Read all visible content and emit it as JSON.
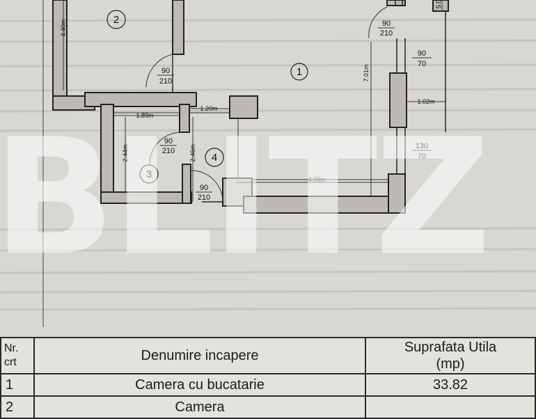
{
  "watermark": {
    "text": "BLITZ"
  },
  "plan": {
    "rooms": [
      {
        "id": "1",
        "label": "1"
      },
      {
        "id": "2",
        "label": "2"
      },
      {
        "id": "3",
        "label": "3"
      },
      {
        "id": "4",
        "label": "4"
      }
    ],
    "doors": [
      {
        "top": "90",
        "bottom": "210"
      },
      {
        "top": "90",
        "bottom": "210"
      },
      {
        "top": "90",
        "bottom": "210"
      },
      {
        "top": "90",
        "bottom": "210"
      }
    ],
    "windows": [
      {
        "top": "90",
        "bottom": "70"
      },
      {
        "top": "130",
        "bottom": "70"
      }
    ],
    "dimensions": {
      "d_440": "4.40m",
      "d_189": "1.89m",
      "d_120": "1.20m",
      "d_244": "2.44m",
      "d_246": "2.46m",
      "d_400": "4.00m",
      "d_701": "7.01m",
      "d_102": "1.02m",
      "d_5": "5.0"
    }
  },
  "table": {
    "headers": {
      "nr_line1": "Nr.",
      "nr_line2": "crt",
      "name": "Denumire incapere",
      "area_line1": "Suprafata Utila",
      "area_line2": "(mp)"
    },
    "rows": [
      {
        "nr": "1",
        "name": "Camera cu bucatarie",
        "area": "33.82"
      },
      {
        "nr": "2",
        "name": "Camera",
        "area": ""
      }
    ]
  }
}
